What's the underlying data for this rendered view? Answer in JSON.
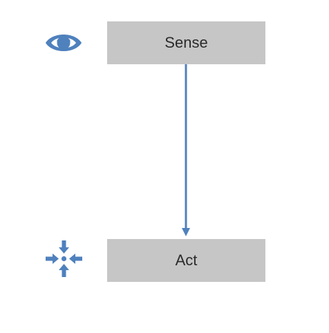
{
  "diagram": {
    "nodes": [
      {
        "id": "sense",
        "label": "Sense",
        "icon": "eye-icon"
      },
      {
        "id": "act",
        "label": "Act",
        "icon": "compress-arrows-icon"
      }
    ],
    "edges": [
      {
        "from": "sense",
        "to": "act"
      }
    ]
  },
  "colors": {
    "box_fill": "#c6c6c6",
    "accent": "#4f81bd",
    "text": "#2b2b2b"
  }
}
